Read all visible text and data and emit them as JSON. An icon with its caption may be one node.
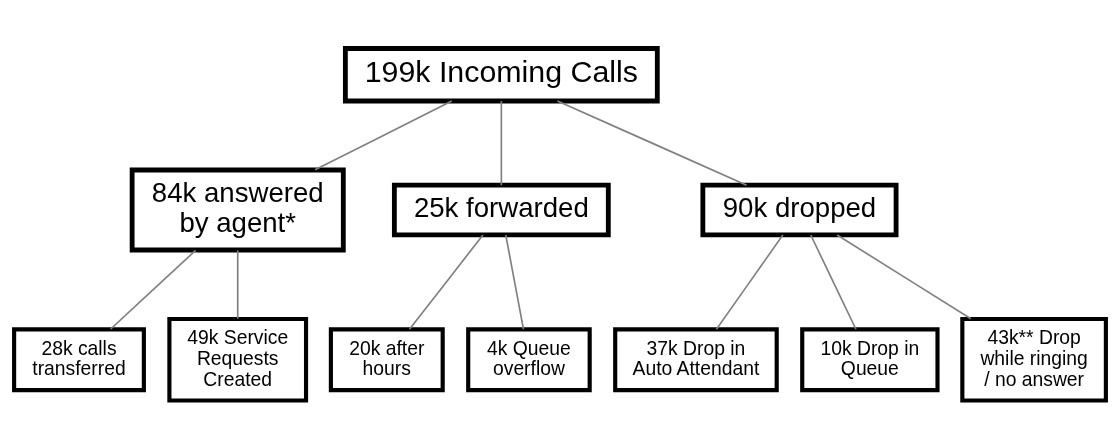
{
  "diagram": {
    "nodes": [
      {
        "text": [
          "199k Incoming Calls"
        ]
      },
      {
        "text": [
          "84k answered by agent*"
        ]
      },
      {
        "text": [
          "25k forwarded"
        ]
      },
      {
        "text": [
          "90k dropped"
        ]
      },
      {
        "text": [
          "28k calls transferred"
        ]
      },
      {
        "text": [
          "49k Service Requests Created"
        ]
      },
      {
        "text": [
          "20k after hours"
        ]
      },
      {
        "text": [
          "4k Queue overflow"
        ]
      },
      {
        "text": [
          "37k Drop in Auto Attendant"
        ]
      },
      {
        "text": [
          "10k Drop in Queue"
        ]
      },
      {
        "text": [
          "43k** Drop while ringing / no answer"
        ]
      }
    ],
    "edges": [
      {
        "from": 0,
        "to": 1,
        "arrow": "none"
      },
      {
        "from": 0,
        "to": 2,
        "arrow": "none"
      },
      {
        "from": 0,
        "to": 3,
        "arrow": "none"
      },
      {
        "from": 1,
        "to": 4,
        "arrow": "none"
      },
      {
        "from": 1,
        "to": 5,
        "arrow": "none"
      },
      {
        "from": 2,
        "to": 6,
        "arrow": "none"
      },
      {
        "from": 2,
        "to": 7,
        "arrow": "none"
      },
      {
        "from": 3,
        "to": 8,
        "arrow": "none"
      },
      {
        "from": 3,
        "to": 9,
        "arrow": "none"
      },
      {
        "from": 3,
        "to": 10,
        "arrow": "none"
      }
    ]
  }
}
